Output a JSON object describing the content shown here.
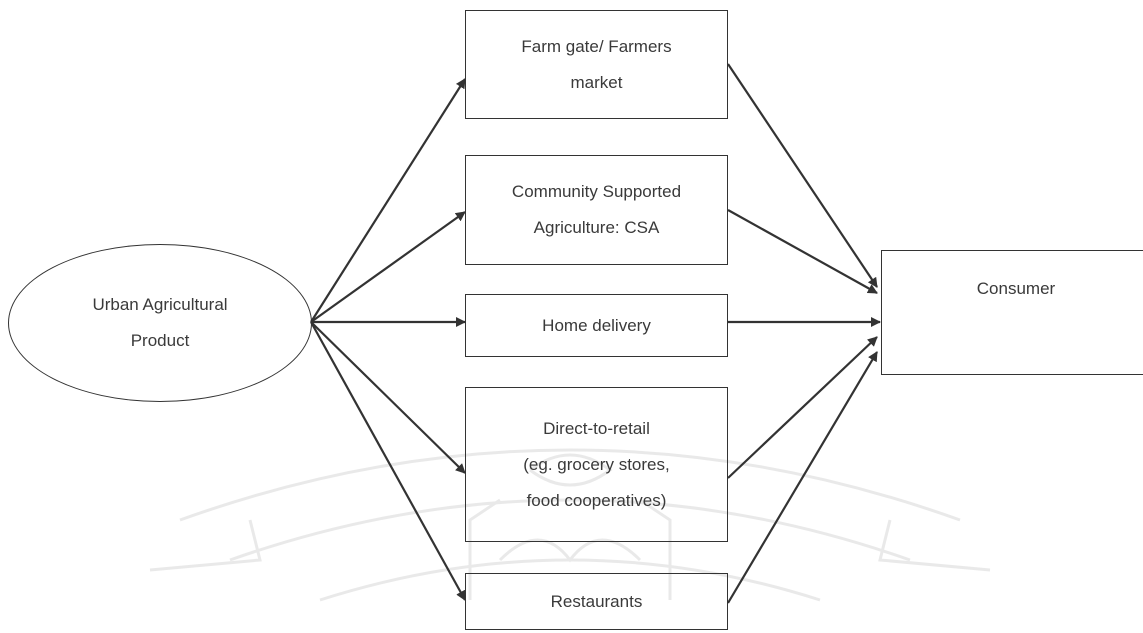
{
  "diagram": {
    "source": {
      "line1": "Urban Agricultural",
      "line2": "Product"
    },
    "channels": [
      {
        "key": "farm_gate",
        "lines": [
          "Farm gate/ Farmers",
          "market"
        ]
      },
      {
        "key": "csa",
        "lines": [
          "Community Supported",
          "Agriculture: CSA"
        ]
      },
      {
        "key": "home_delivery",
        "lines": [
          "Home delivery"
        ]
      },
      {
        "key": "direct_retail",
        "lines": [
          "Direct-to-retail",
          "(eg. grocery stores,",
          "food cooperatives)"
        ]
      },
      {
        "key": "restaurants",
        "lines": [
          "Restaurants"
        ]
      }
    ],
    "target": {
      "label": "Consumer"
    }
  },
  "colors": {
    "line": "#333333",
    "text": "#3a3a3a",
    "watermark": "#8a8a8a"
  }
}
